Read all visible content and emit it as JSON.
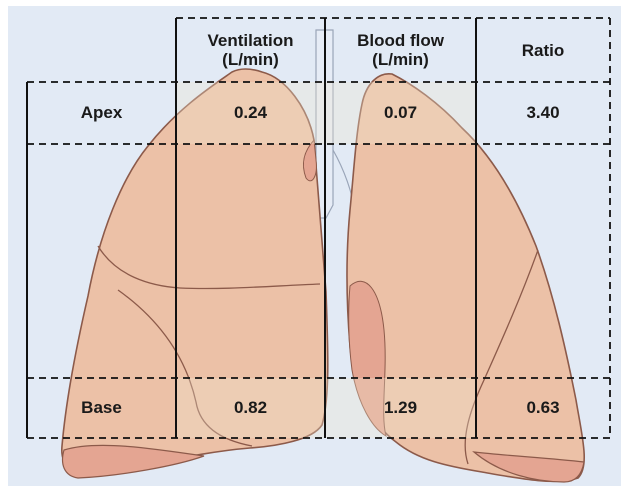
{
  "table": {
    "columns": [
      {
        "label_line1": "Ventilation",
        "label_line2": "(L/min)"
      },
      {
        "label_line1": "Blood flow",
        "label_line2": "(L/min)"
      },
      {
        "label_line1": "Ratio",
        "label_line2": ""
      }
    ],
    "rows": [
      {
        "label": "Apex",
        "ventilation": "0.24",
        "blood_flow": "0.07",
        "ratio": "3.40"
      },
      {
        "label": "Base",
        "ventilation": "0.82",
        "blood_flow": "1.29",
        "ratio": "0.63"
      }
    ]
  },
  "colors": {
    "background": "#e2eaf5",
    "lung_fill": "#ecc1a7",
    "lung_outline": "#8c5a4a",
    "lobe_deep": "#e4a592",
    "band_highlight": "#f1e6cf",
    "trachea": "#e6ecf6",
    "grid_line": "#111111"
  }
}
